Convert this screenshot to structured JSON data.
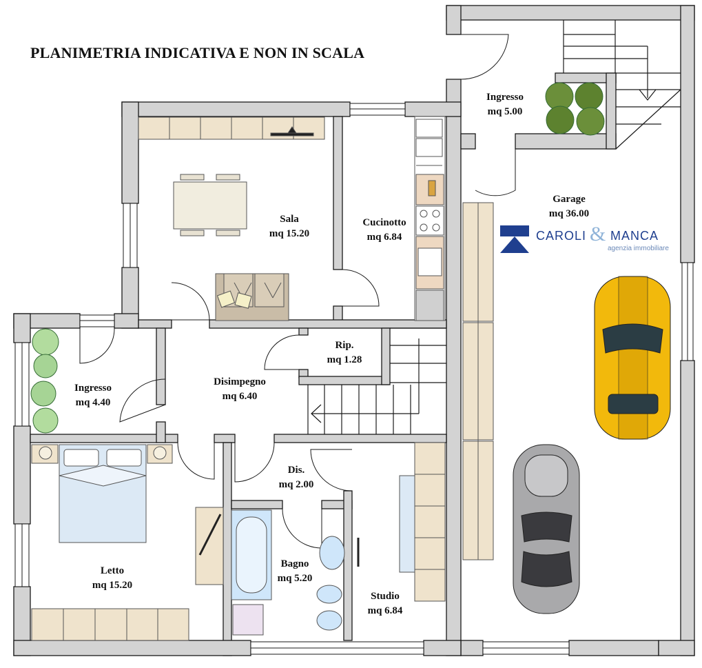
{
  "title": "PLANIMETRIA INDICATIVA E NON IN SCALA",
  "rooms": {
    "sala": {
      "name": "Sala",
      "area": "mq 15.20"
    },
    "cucinotto": {
      "name": "Cucinotto",
      "area": "mq 6.84"
    },
    "ingresso_top": {
      "name": "Ingresso",
      "area": "mq 5.00"
    },
    "garage": {
      "name": "Garage",
      "area": "mq 36.00"
    },
    "ripostiglio": {
      "name": "Rip.",
      "area": "mq 1.28"
    },
    "ingresso_left": {
      "name": "Ingresso",
      "area": "mq 4.40"
    },
    "disimpegno": {
      "name": "Disimpegno",
      "area": "mq 6.40"
    },
    "dis": {
      "name": "Dis.",
      "area": "mq 2.00"
    },
    "letto": {
      "name": "Letto",
      "area": "mq 15.20"
    },
    "bagno": {
      "name": "Bagno",
      "area": "mq 5.20"
    },
    "studio": {
      "name": "Studio",
      "area": "mq 6.84"
    }
  },
  "logo": {
    "word1": "CAROLI",
    "ampersand": "&",
    "word2": "MANCA",
    "subtitle": "agenzia immobiliare"
  },
  "colors": {
    "wall": "#d3d3d3",
    "wall_stroke": "#1a1a1a",
    "furniture": "#efe3cc",
    "bed": "#dce9f5",
    "bath": "#cfe6fa",
    "car_yellow": "#f2b90c",
    "car_silver": "#a9a9ab",
    "logo_blue": "#1f3f8f"
  }
}
